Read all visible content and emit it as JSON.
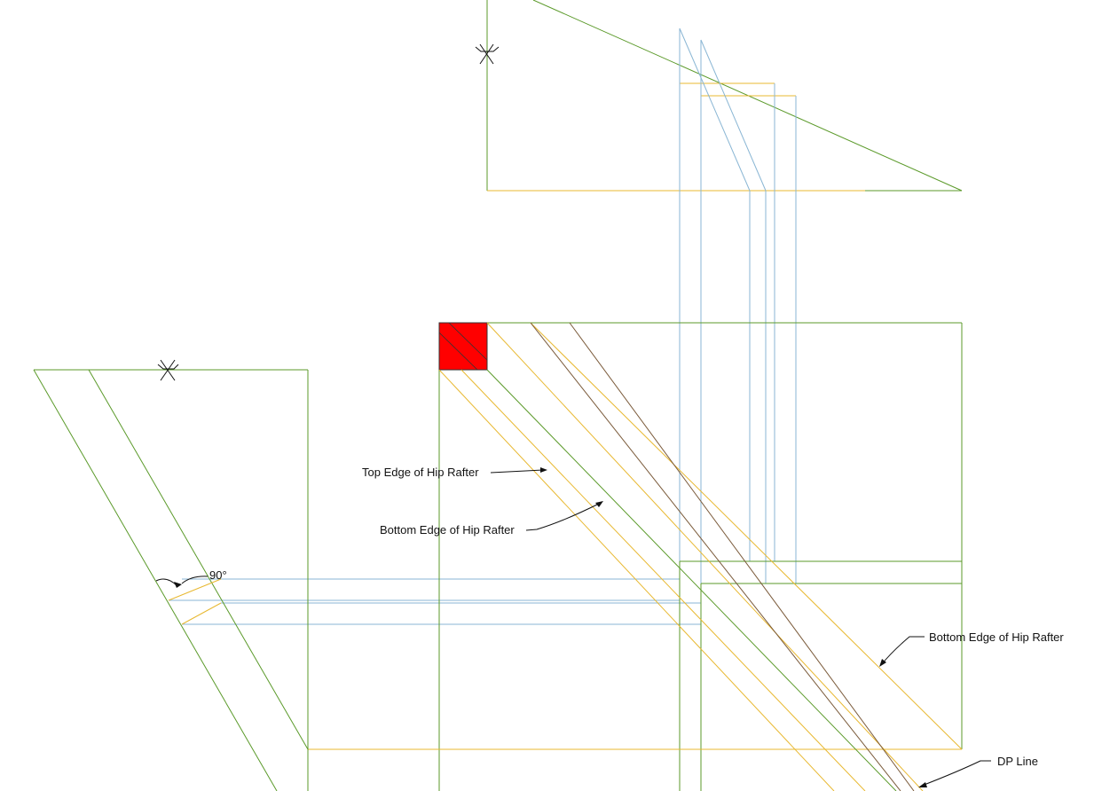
{
  "annotations": {
    "top_edge": "Top Edge of Hip Rafter",
    "bottom_edge_1": "Bottom Edge of Hip Rafter",
    "bottom_edge_2": "Bottom Edge of Hip Rafter",
    "dp_line": "DP Line",
    "angle": "90°"
  },
  "colors": {
    "green_line": "#5b9a2a",
    "yellow_line": "#e8b830",
    "blue_line": "#8ab6d4",
    "brown_line": "#7a5a3a",
    "red_block": "#ff0000"
  }
}
